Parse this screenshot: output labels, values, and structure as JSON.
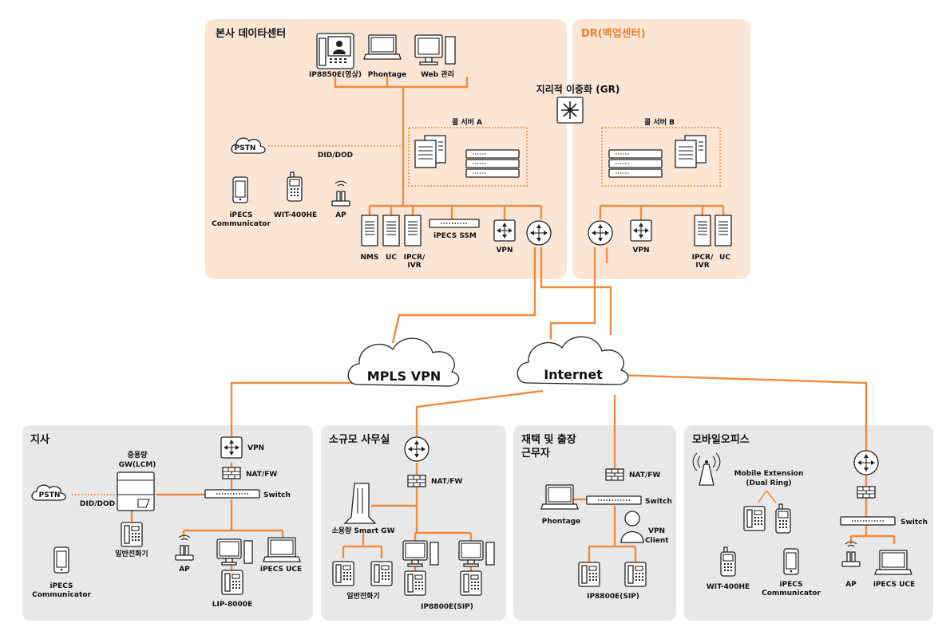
{
  "zones": {
    "hq": {
      "title": "본사 데이타센터"
    },
    "dr": {
      "title": "DR(백업센터)"
    },
    "branch": {
      "title": "지사"
    },
    "small": {
      "title": "소규모 사무실"
    },
    "home": {
      "title": "재택 및 출장\n근무자",
      "title_line1": "재택 및 출장",
      "title_line2": "근무자"
    },
    "mobile": {
      "title": "모바일오피스"
    }
  },
  "clouds": {
    "mpls": "MPLS VPN",
    "internet": "Internet"
  },
  "labels": {
    "geo_redundancy": "지리적 이중화 (GR)",
    "call_server_a": "콜 서버 A",
    "call_server_b": "콜 서버 B",
    "hq_ip8850e": "IP8850E(영상)",
    "hq_phontage": "Phontage",
    "hq_web": "Web 관리",
    "hq_pstn": "PSTN",
    "hq_did_dod": "DID/DOD",
    "hq_communicator_1": "iPECS",
    "hq_communicator_2": "Communicator",
    "hq_wit": "WIT-400HE",
    "hq_ap": "AP",
    "hq_nms": "NMS",
    "hq_uc": "UC",
    "hq_ipcr_1": "IPCR/",
    "hq_ipcr_2": "IVR",
    "hq_ssm": "iPECS SSM",
    "hq_vpn": "VPN",
    "dr_vpn": "VPN",
    "dr_ipcr_1": "IPCR/",
    "dr_ipcr_2": "IVR",
    "dr_uc": "UC",
    "br_vpn": "VPN",
    "br_natfw": "NAT/FW",
    "br_switch": "Switch",
    "br_gw_1": "중용량",
    "br_gw_2": "GW(LCM)",
    "br_pstn": "PSTN",
    "br_did_dod": "DID/DOD",
    "br_phone": "일반전화기",
    "br_ap": "AP",
    "br_uce": "iPECS UCE",
    "br_lip": "LIP-8000E",
    "br_communicator_1": "iPECS",
    "br_communicator_2": "Communicator",
    "sm_natfw": "NAT/FW",
    "sm_gw": "소용량 Smart GW",
    "sm_phone": "일반전화기",
    "sm_ip8800e": "IP8800E(SIP)",
    "ho_natfw": "NAT/FW",
    "ho_switch": "Switch",
    "ho_phontage": "Phontage",
    "ho_vpn_client_1": "VPN",
    "ho_vpn_client_2": "Client",
    "ho_ip8800e": "IP8800E(SIP)",
    "mo_mobile_ext_1": "Mobile Extension",
    "mo_mobile_ext_2": "(Dual Ring)",
    "mo_switch": "Switch",
    "mo_wit": "WIT-400HE",
    "mo_communicator_1": "iPECS",
    "mo_communicator_2": "Communicator",
    "mo_ap": "AP",
    "mo_uce": "iPECS UCE"
  },
  "colors": {
    "accent": "#f08a3c",
    "zone_top": "#fbe6d6",
    "zone_bottom": "#e8e8e8",
    "dr_title": "#e57e2e"
  }
}
